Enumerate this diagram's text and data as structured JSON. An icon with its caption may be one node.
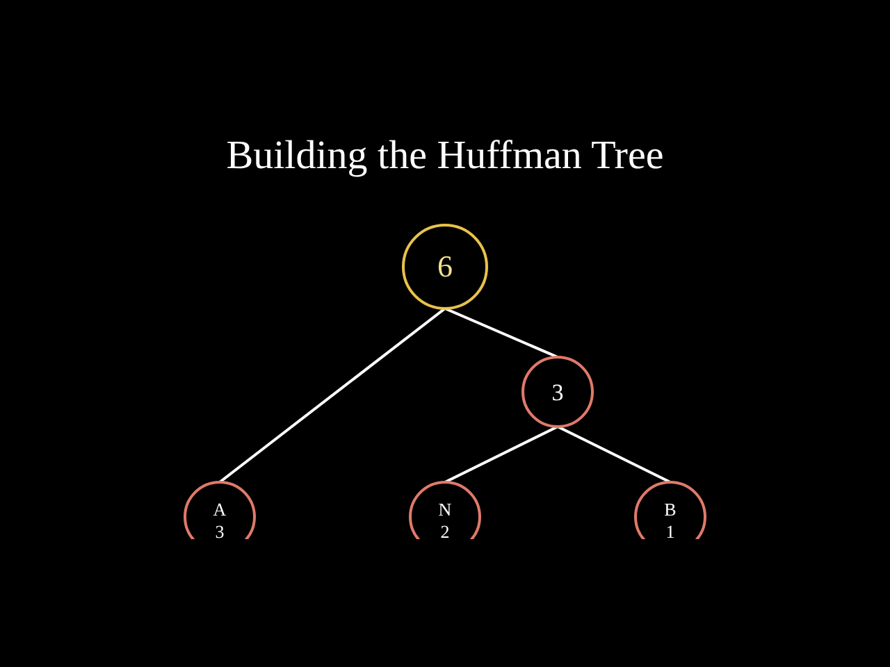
{
  "diagram": {
    "title": "Building the Huffman Tree",
    "nodes": [
      {
        "text": [
          "6"
        ]
      },
      {
        "text": [
          "3"
        ]
      },
      {
        "text": [
          "A",
          "3"
        ]
      },
      {
        "text": [
          "N",
          "2"
        ]
      },
      {
        "text": [
          "B",
          "1"
        ]
      }
    ],
    "edges": [
      {
        "from": 0,
        "to": 2,
        "arrow": "none"
      },
      {
        "from": 0,
        "to": 1,
        "arrow": "none"
      },
      {
        "from": 1,
        "to": 3,
        "arrow": "none"
      },
      {
        "from": 1,
        "to": 4,
        "arrow": "none"
      }
    ]
  }
}
